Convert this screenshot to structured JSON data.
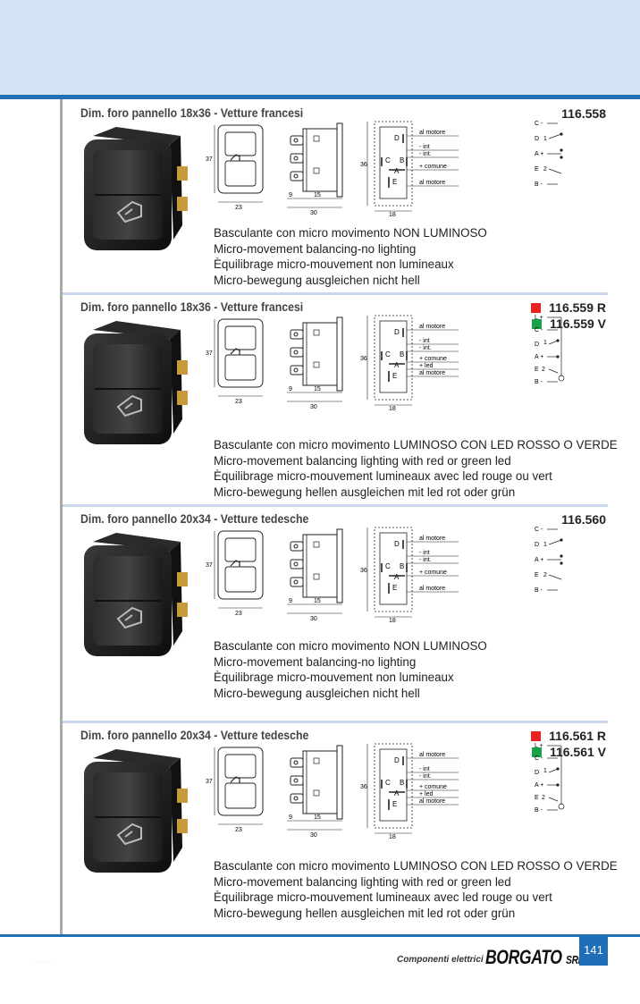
{
  "sections": [
    {
      "title": "Dim. foro pannello 18x36 - Vetture francesi",
      "codes": [
        {
          "label": "116.558",
          "color": ""
        }
      ],
      "led": false,
      "desc": [
        "Basculante con micro movimento  NON LUMINOSO",
        "Micro-movement balancing-no lighting",
        "Èquilibrage micro-mouvement non lumineaux",
        "Micro-bewegung ausgleichen nicht hell"
      ]
    },
    {
      "title": "Dim. foro pannello 18x36 - Vetture francesi",
      "codes": [
        {
          "label": "116.559 R",
          "color": "#e8231f"
        },
        {
          "label": "116.559 V",
          "color": "#18a34a"
        }
      ],
      "led": true,
      "desc": [
        "Basculante con micro movimento LUMINOSO CON LED ROSSO O VERDE",
        "Micro-movement balancing lighting with red or green led",
        "Èquilibrage micro-mouvement lumineaux avec led rouge ou vert",
        "Micro-bewegung hellen ausgleichen mit led rot oder grün"
      ]
    },
    {
      "title": "Dim. foro pannello 20x34 - Vetture tedesche",
      "codes": [
        {
          "label": "116.560",
          "color": ""
        }
      ],
      "led": false,
      "desc": [
        "Basculante con micro movimento  NON LUMINOSO",
        "Micro-movement balancing-no lighting",
        "Èquilibrage micro-mouvement non lumineaux",
        "Micro-bewegung ausgleichen nicht hell"
      ]
    },
    {
      "title": "Dim. foro pannello 20x34 - Vetture tedesche",
      "codes": [
        {
          "label": "116.561 R",
          "color": "#e8231f"
        },
        {
          "label": "116.561 V",
          "color": "#18a34a"
        }
      ],
      "led": true,
      "desc": [
        "Basculante con micro movimento LUMINOSO CON LED ROSSO O VERDE",
        "Micro-movement balancing lighting with red or green led",
        "Èquilibrage micro-mouvement lumineaux avec led rouge ou vert",
        "Micro-bewegung hellen ausgleichen mit led rot oder grün"
      ]
    }
  ],
  "dims": {
    "h": "37",
    "w": "23",
    "d1": "9",
    "d2": "15",
    "d3": "30",
    "h2": "36",
    "w2": "18"
  },
  "wiring_labels": [
    "al motore",
    "- int",
    "- int.",
    "+ comune",
    "al motore"
  ],
  "wiring_labels_led": [
    "al motore",
    "- int",
    "- int.",
    "+ comune",
    "+ led",
    "al motore"
  ],
  "pin_letters": [
    "D",
    "C",
    "B",
    "A",
    "E"
  ],
  "schema_labels": [
    "C -",
    "D",
    "1",
    "A +",
    "E",
    "2",
    "B -"
  ],
  "schema_labels_led": [
    "L +",
    "C -",
    "D",
    "1",
    "A +",
    "E",
    "2",
    "B -"
  ],
  "footer": {
    "faint": "· · · ·      · ·",
    "category": "Componenti elettrici",
    "brand": "BORGATO",
    "brand_suffix": "SRL",
    "page": "141"
  }
}
